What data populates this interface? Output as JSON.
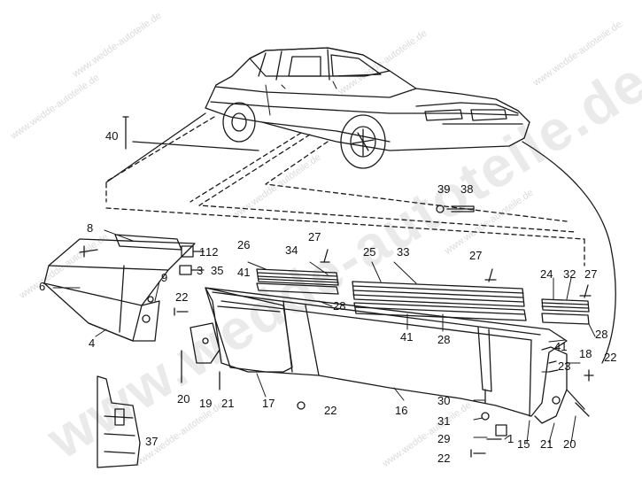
{
  "watermark": {
    "small_text": "www.wedde-autoteile.de",
    "big_text": "www.wedde-autoteile.de",
    "color": "#9a9a9a"
  },
  "diagram": {
    "line_color": "#1a1a1a",
    "part_labels": [
      {
        "id": "40",
        "text": "40"
      },
      {
        "id": "39",
        "text": "39"
      },
      {
        "id": "38",
        "text": "38"
      },
      {
        "id": "8",
        "text": "8"
      },
      {
        "id": "1",
        "text": "1"
      },
      {
        "id": "12",
        "text": "12"
      },
      {
        "id": "27a",
        "text": "27"
      },
      {
        "id": "26",
        "text": "26"
      },
      {
        "id": "34",
        "text": "34"
      },
      {
        "id": "25",
        "text": "25"
      },
      {
        "id": "33",
        "text": "33"
      },
      {
        "id": "27b",
        "text": "27"
      },
      {
        "id": "24",
        "text": "24"
      },
      {
        "id": "32",
        "text": "32"
      },
      {
        "id": "27c",
        "text": "27"
      },
      {
        "id": "3",
        "text": "3"
      },
      {
        "id": "35",
        "text": "35"
      },
      {
        "id": "41a",
        "text": "41"
      },
      {
        "id": "6",
        "text": "6"
      },
      {
        "id": "9",
        "text": "9"
      },
      {
        "id": "22a",
        "text": "22"
      },
      {
        "id": "28a",
        "text": "28"
      },
      {
        "id": "41b",
        "text": "41"
      },
      {
        "id": "28b",
        "text": "28"
      },
      {
        "id": "41c",
        "text": "41"
      },
      {
        "id": "28c",
        "text": "28"
      },
      {
        "id": "4",
        "text": "4"
      },
      {
        "id": "23",
        "text": "23"
      },
      {
        "id": "18",
        "text": "18"
      },
      {
        "id": "22b",
        "text": "22"
      },
      {
        "id": "20a",
        "text": "20"
      },
      {
        "id": "19",
        "text": "19"
      },
      {
        "id": "21a",
        "text": "21"
      },
      {
        "id": "17",
        "text": "17"
      },
      {
        "id": "22c",
        "text": "22"
      },
      {
        "id": "16",
        "text": "16"
      },
      {
        "id": "30",
        "text": "30"
      },
      {
        "id": "31",
        "text": "31"
      },
      {
        "id": "29",
        "text": "29"
      },
      {
        "id": "22d",
        "text": "22"
      },
      {
        "id": "37",
        "text": "37"
      },
      {
        "id": "1b",
        "text": "1"
      },
      {
        "id": "15",
        "text": "15"
      },
      {
        "id": "21b",
        "text": "21"
      },
      {
        "id": "20b",
        "text": "20"
      }
    ]
  }
}
